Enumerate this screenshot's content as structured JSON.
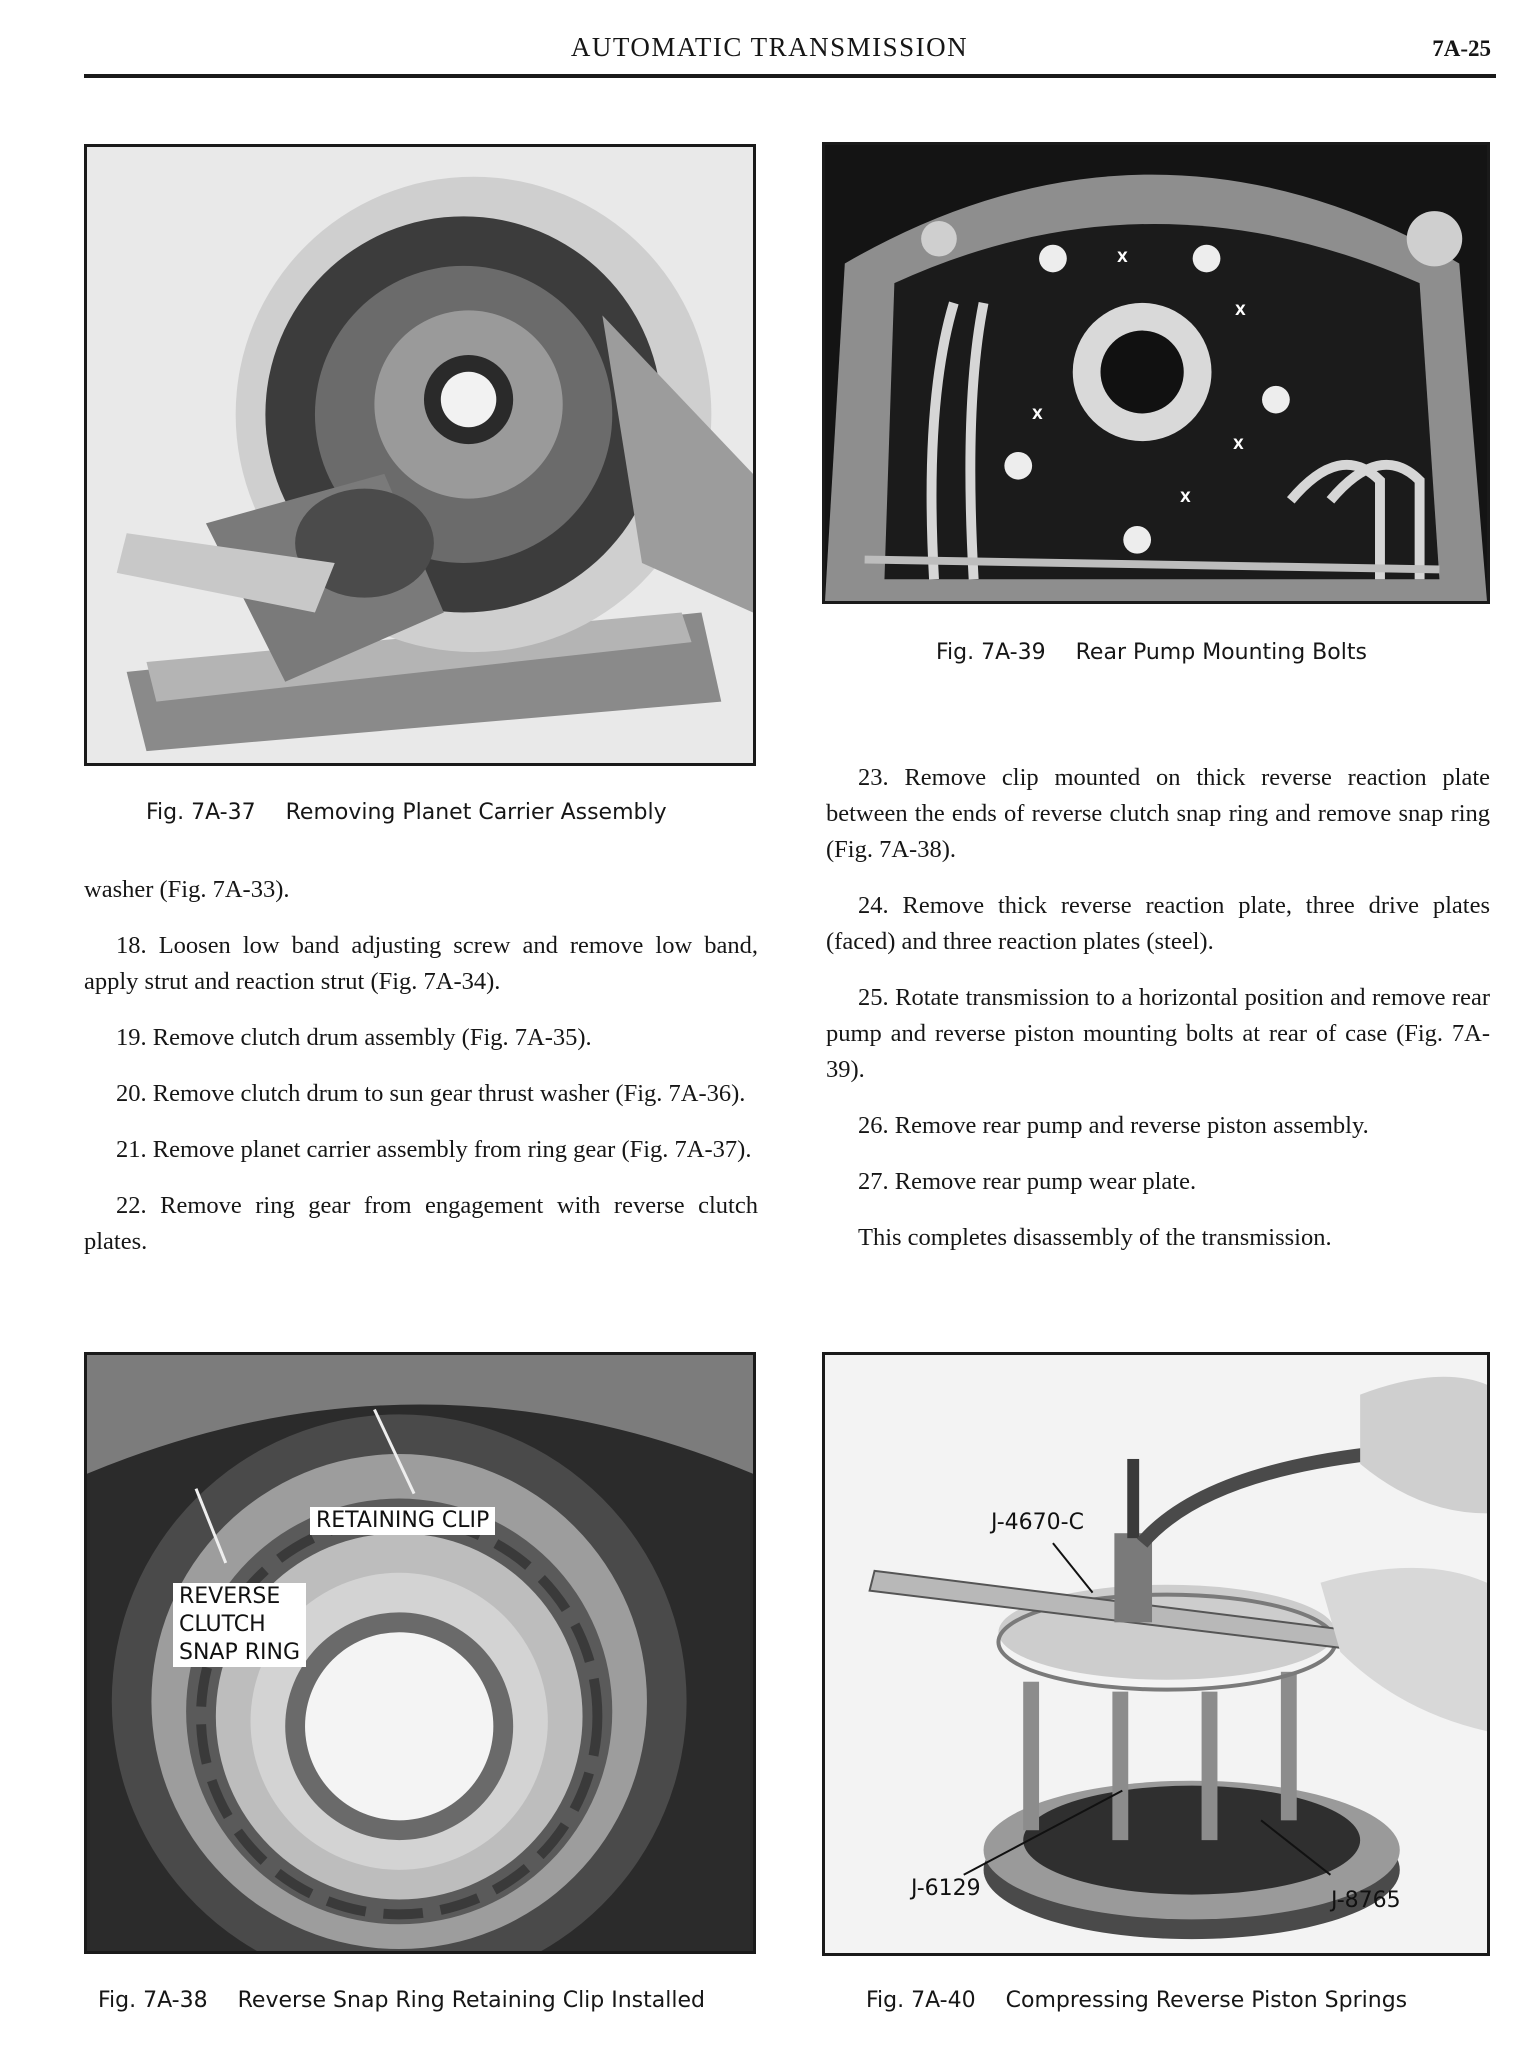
{
  "header": {
    "title": "AUTOMATIC TRANSMISSION",
    "page_number": "7A-25"
  },
  "figures": {
    "fig37": {
      "number": "Fig. 7A-37",
      "title": "Removing Planet Carrier Assembly"
    },
    "fig38": {
      "number": "Fig. 7A-38",
      "title": "Reverse Snap Ring Retaining Clip Installed",
      "labels": {
        "retaining_clip": "RETAINING CLIP",
        "reverse": "REVERSE",
        "clutch": "CLUTCH",
        "snap_ring": "SNAP RING"
      }
    },
    "fig39": {
      "number": "Fig. 7A-39",
      "title": "Rear Pump Mounting Bolts",
      "bolt_mark": "X"
    },
    "fig40": {
      "number": "Fig. 7A-40",
      "title": "Compressing Reverse Piston Springs",
      "labels": {
        "tool_a": "J-4670-C",
        "tool_b": "J-6129",
        "tool_c": "J-8765"
      }
    }
  },
  "left_column": {
    "p1": "washer (Fig. 7A-33).",
    "p2": "18. Loosen low band adjusting screw and remove low band, apply strut and reaction strut (Fig. 7A-34).",
    "p3": "19. Remove clutch drum assembly (Fig. 7A-35).",
    "p4": "20. Remove clutch drum to sun gear thrust washer (Fig. 7A-36).",
    "p5": "21. Remove planet carrier assembly from ring gear (Fig. 7A-37).",
    "p6": "22. Remove ring gear from engagement with reverse clutch plates."
  },
  "right_column": {
    "p1": "23. Remove clip mounted on thick reverse reaction plate between the ends of reverse clutch snap ring and remove snap ring (Fig. 7A-38).",
    "p2": "24. Remove thick reverse reaction plate, three drive plates (faced) and three reaction plates (steel).",
    "p3": "25. Rotate transmission to a horizontal position and remove rear pump and reverse piston mounting bolts at rear of case (Fig. 7A-39).",
    "p4": "26. Remove rear pump and reverse piston assembly.",
    "p5": "27. Remove rear pump wear plate.",
    "p6": "This completes disassembly of the transmission."
  }
}
